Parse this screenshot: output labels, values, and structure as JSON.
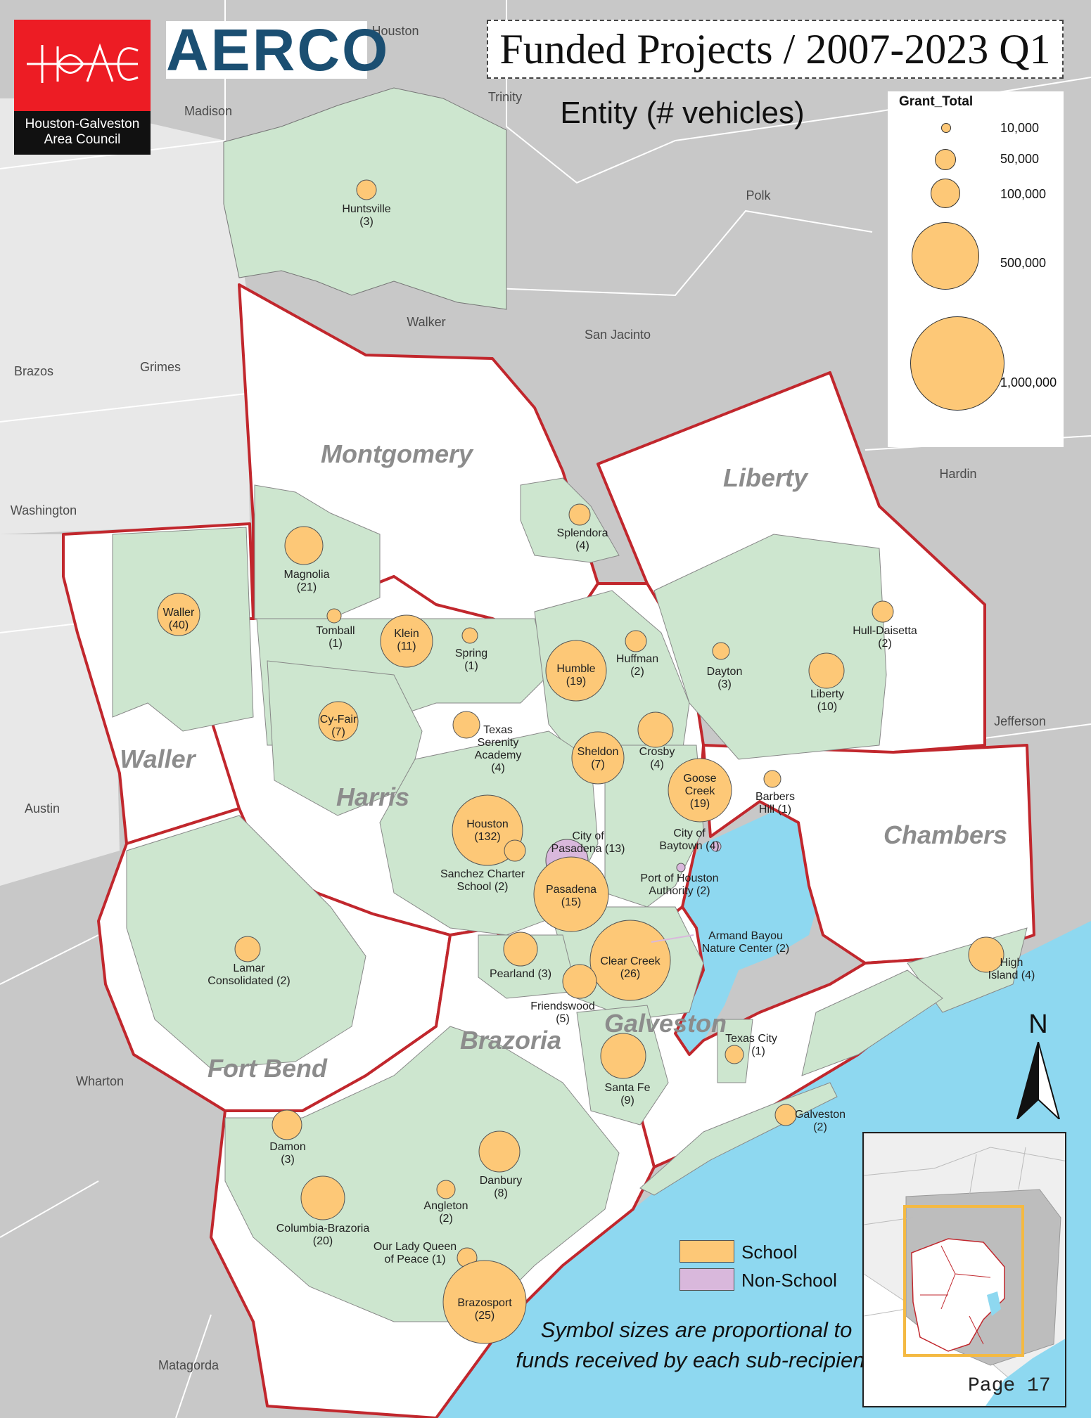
{
  "title": "Funded Projects / 2007-2023 Q1",
  "subtitle": "Entity (# vehicles)",
  "logos": {
    "hgac_caption": "Houston-Galveston Area Council",
    "aerco": "AERCO"
  },
  "legend": {
    "title": "Grant_Total",
    "sizes": [
      {
        "value": 10000,
        "label": "10,000"
      },
      {
        "value": 50000,
        "label": "50,000"
      },
      {
        "value": 100000,
        "label": "100,000"
      },
      {
        "value": 500000,
        "label": "500,000"
      },
      {
        "value": 1000000,
        "label": "1,000,000"
      }
    ]
  },
  "categories": [
    {
      "label": "School",
      "color": "#fdc877"
    },
    {
      "label": "Non-School",
      "color": "#d9b8dc"
    }
  ],
  "note": "Symbol sizes are proportional to funds received by each sub-recipient.",
  "north_label": "N",
  "page_label": "Page 17",
  "colors": {
    "water": "#8ed8f0",
    "outside": "#c8c8c8",
    "outside_light": "#e8e8e8",
    "district": "#cde6cf",
    "county_fill": "#ffffff",
    "county_border": "#c1272d",
    "school": "#fdc877",
    "non_school": "#d9b8dc"
  },
  "neighbor_counties": [
    "Houston",
    "Madison",
    "Trinity",
    "Polk",
    "Walker",
    "San Jacinto",
    "Brazos",
    "Grimes",
    "Washington",
    "Hardin",
    "Jefferson",
    "Austin",
    "Wharton",
    "Matagorda"
  ],
  "region_counties": [
    "Montgomery",
    "Liberty",
    "Waller",
    "Harris",
    "Chambers",
    "Fort Bend",
    "Brazoria",
    "Galveston"
  ],
  "bubbles": [
    {
      "name": "Huntsville",
      "count": "(3)",
      "type": "school"
    },
    {
      "name": "Splendora",
      "count": "(4)",
      "type": "school"
    },
    {
      "name": "Magnolia",
      "count": "(21)",
      "type": "school"
    },
    {
      "name": "Waller",
      "count": "(40)",
      "type": "school"
    },
    {
      "name": "Tomball",
      "count": "(1)",
      "type": "school"
    },
    {
      "name": "Klein",
      "count": "(11)",
      "type": "school"
    },
    {
      "name": "Spring",
      "count": "(1)",
      "type": "school"
    },
    {
      "name": "Humble",
      "count": "(19)",
      "type": "school"
    },
    {
      "name": "Huffman",
      "count": "(2)",
      "type": "school"
    },
    {
      "name": "Dayton",
      "count": "(3)",
      "type": "school"
    },
    {
      "name": "Hull-Daisetta",
      "count": "(2)",
      "type": "school"
    },
    {
      "name": "Liberty",
      "count": "(10)",
      "type": "school"
    },
    {
      "name": "Cy-Fair",
      "count": "(7)",
      "type": "school"
    },
    {
      "name": "Texas Serenity Academy",
      "count": "(4)",
      "type": "school"
    },
    {
      "name": "Sheldon",
      "count": "(7)",
      "type": "school"
    },
    {
      "name": "Crosby",
      "count": "(4)",
      "type": "school"
    },
    {
      "name": "Goose Creek",
      "count": "(19)",
      "type": "school"
    },
    {
      "name": "Barbers Hill",
      "count": "(1)",
      "type": "school"
    },
    {
      "name": "Houston",
      "count": "(132)",
      "type": "school"
    },
    {
      "name": "Sanchez Charter School",
      "count": "(2)",
      "type": "school"
    },
    {
      "name": "City of Pasadena",
      "count": "(13)",
      "type": "non_school"
    },
    {
      "name": "City of Baytown",
      "count": "(4)",
      "type": "non_school"
    },
    {
      "name": "Port of Houston Authority",
      "count": "(2)",
      "type": "non_school"
    },
    {
      "name": "Pasadena",
      "count": "(15)",
      "type": "school"
    },
    {
      "name": "Armand Bayou Nature Center",
      "count": "(2)",
      "type": "non_school"
    },
    {
      "name": "Clear Creek",
      "count": "(26)",
      "type": "school"
    },
    {
      "name": "Pearland",
      "count": "(3)",
      "type": "school"
    },
    {
      "name": "Friendswood",
      "count": "(5)",
      "type": "school"
    },
    {
      "name": "Lamar Consolidated",
      "count": "(2)",
      "type": "school"
    },
    {
      "name": "High Island",
      "count": "(4)",
      "type": "school"
    },
    {
      "name": "Texas City",
      "count": "(1)",
      "type": "school"
    },
    {
      "name": "Santa Fe",
      "count": "(9)",
      "type": "school"
    },
    {
      "name": "Galveston",
      "count": "(2)",
      "type": "school"
    },
    {
      "name": "Damon",
      "count": "(3)",
      "type": "school"
    },
    {
      "name": "Danbury",
      "count": "(8)",
      "type": "school"
    },
    {
      "name": "Angleton",
      "count": "(2)",
      "type": "school"
    },
    {
      "name": "Columbia-Brazoria",
      "count": "(20)",
      "type": "school"
    },
    {
      "name": "Our Lady Queen of Peace",
      "count": "(1)",
      "type": "school"
    },
    {
      "name": "Brazosport",
      "count": "(25)",
      "type": "school"
    }
  ]
}
